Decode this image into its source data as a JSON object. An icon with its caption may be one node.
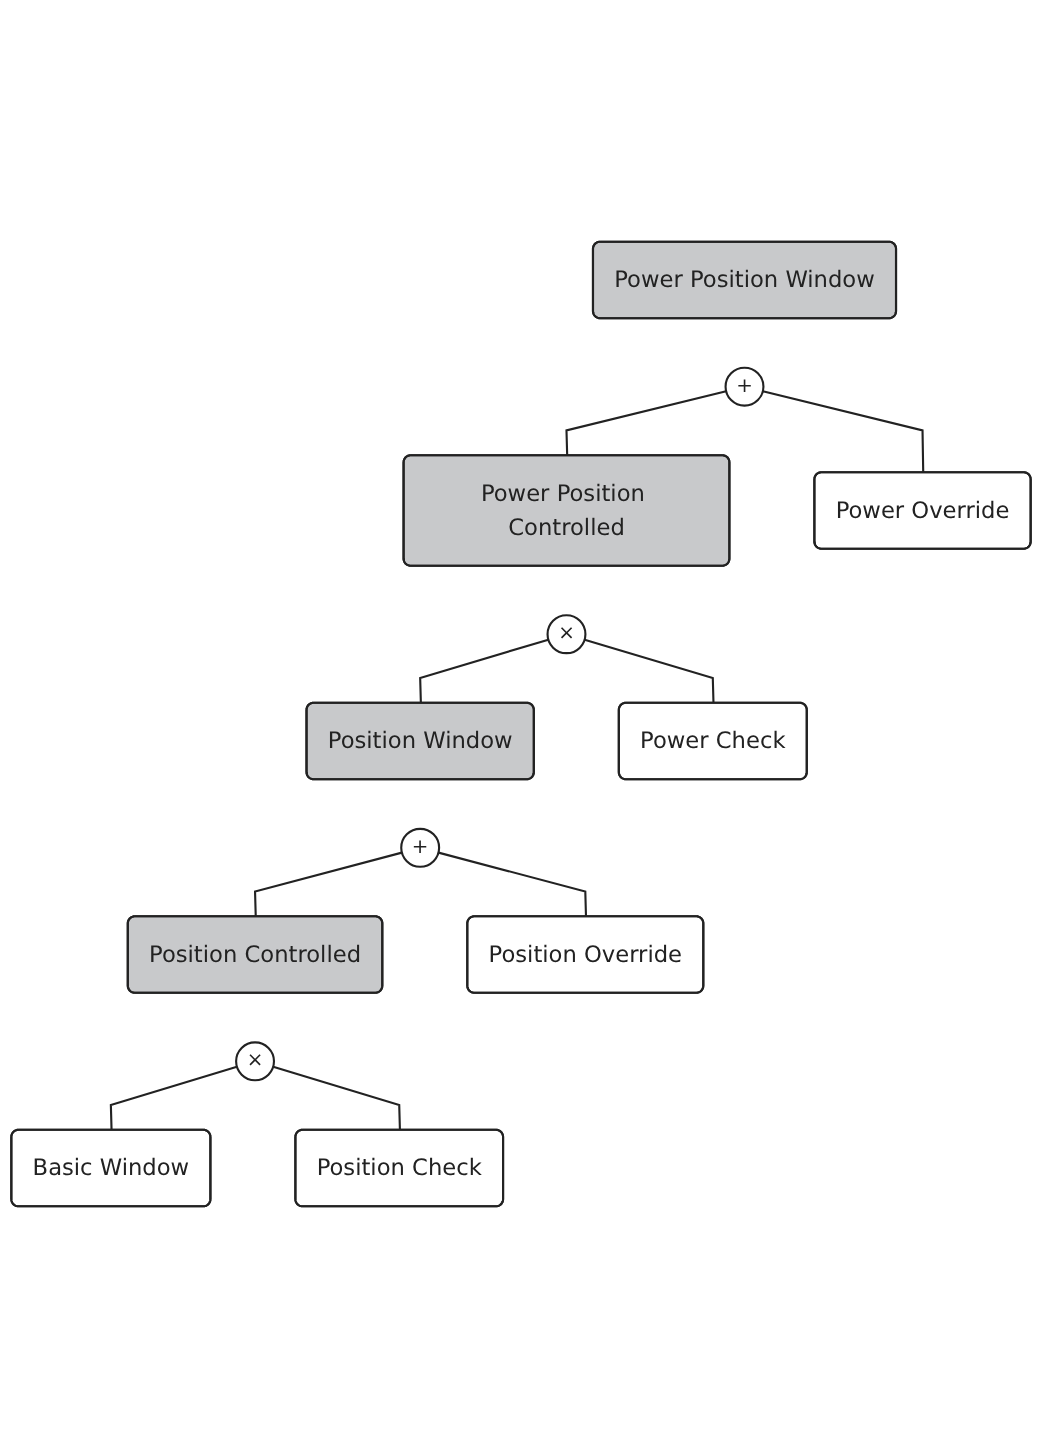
{
  "diagram": {
    "nodes": [
      {
        "text": [
          "Power Position Window"
        ]
      },
      {
        "text": [
          "+"
        ]
      },
      {
        "text": [
          "Power Position Controlled"
        ]
      },
      {
        "text": [
          "×"
        ]
      },
      {
        "text": [
          "Power Override"
        ]
      },
      {
        "text": [
          "Position Window"
        ]
      },
      {
        "text": [
          "+"
        ]
      },
      {
        "text": [
          "Power Check"
        ]
      },
      {
        "text": [
          "Position Controlled"
        ]
      },
      {
        "text": [
          "×"
        ]
      },
      {
        "text": [
          "Position Override"
        ]
      },
      {
        "text": [
          "Basic Window"
        ]
      },
      {
        "text": [
          "Position Check"
        ]
      }
    ],
    "edges": [
      {
        "from": 1,
        "to": 2,
        "arrow": "none"
      },
      {
        "from": 1,
        "to": 4,
        "arrow": "none"
      },
      {
        "from": 3,
        "to": 5,
        "arrow": "none"
      },
      {
        "from": 3,
        "to": 7,
        "arrow": "none"
      },
      {
        "from": 6,
        "to": 8,
        "arrow": "none"
      },
      {
        "from": 6,
        "to": 10,
        "arrow": "none"
      },
      {
        "from": 9,
        "to": 11,
        "arrow": "none"
      },
      {
        "from": 9,
        "to": 12,
        "arrow": "none"
      }
    ]
  }
}
